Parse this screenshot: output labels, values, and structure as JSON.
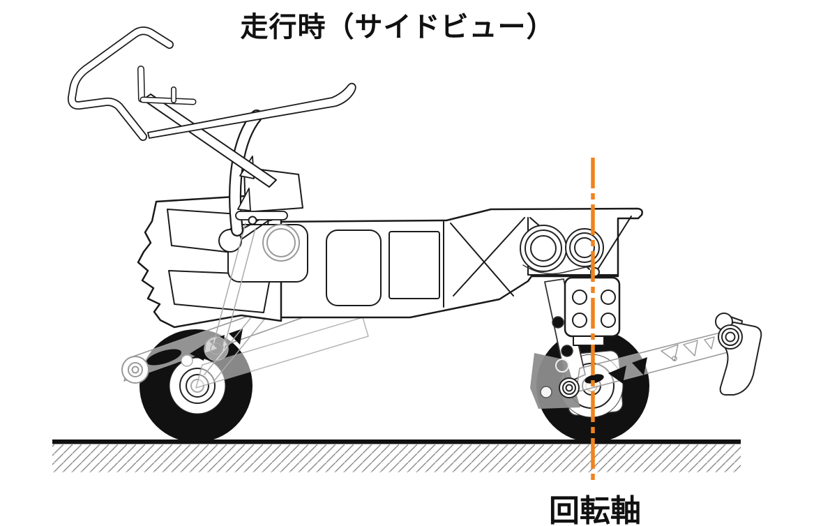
{
  "title": "走行時（サイドビュー）",
  "axis": {
    "label": "回転軸",
    "color": "#F0831E",
    "style": "vertical dash-dot line through rear wheel center"
  },
  "illustration": {
    "subject": "two-wheel agricultural robot / power unit, side view line drawing",
    "line_color": "#1A1A1A",
    "arm_gray": "#8D8D8D",
    "hatch_gray": "#8A8A8A",
    "parts": [
      "handlebar",
      "steering-tubes",
      "battery-boxes",
      "motor-housing",
      "chassis-beam",
      "rear-tower-pulleys",
      "bolt-bracket",
      "front-swingarm",
      "front-wheel",
      "rear-fork",
      "rear-wheel",
      "rear-arm",
      "rear-leg-hook",
      "ground"
    ]
  }
}
